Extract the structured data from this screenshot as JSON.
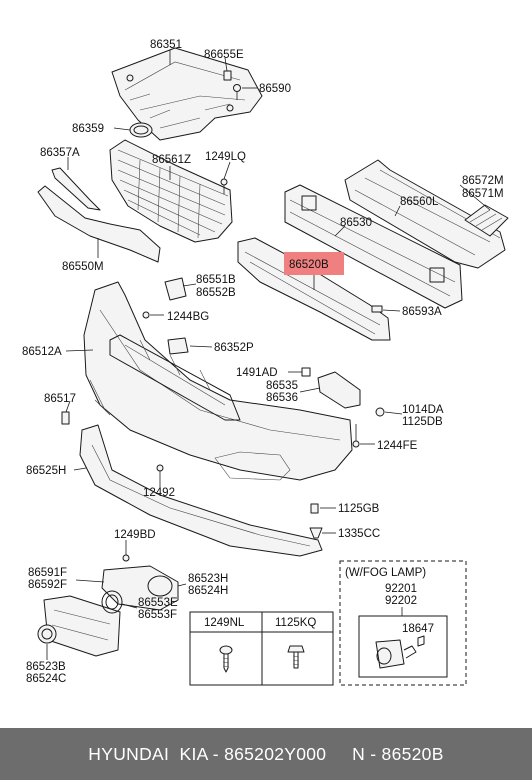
{
  "labels": {
    "p86351": "86351",
    "p86655E": "86655E",
    "p86590": "86590",
    "p86359": "86359",
    "p86357A": "86357A",
    "p86561Z": "86561Z",
    "p1249LQ": "1249LQ",
    "p86572M": "86572M",
    "p86571M": "86571M",
    "p86560L": "86560L",
    "p86530": "86530",
    "p86550M": "86550M",
    "p86520B": "86520B",
    "p86551B": "86551B",
    "p86552B": "86552B",
    "p86593A": "86593A",
    "p1244BG": "1244BG",
    "p86512A": "86512A",
    "p86352P": "86352P",
    "p1491AD": "1491AD",
    "p86535": "86535",
    "p86536": "86536",
    "p86517": "86517",
    "p1014DA": "1014DA",
    "p1125DB": "1125DB",
    "p1244FE": "1244FE",
    "p86525H": "86525H",
    "p12492": "12492",
    "p1125GB": "1125GB",
    "p1335CC": "1335CC",
    "p1249BD": "1249BD",
    "p86591F": "86591F",
    "p86592F": "86592F",
    "p86523H": "86523H",
    "p86524H": "86524H",
    "p86553E": "86553E",
    "p86553F": "86553F",
    "p86523B": "86523B",
    "p86524C": "86524C"
  },
  "fastener_table": {
    "headers": [
      "1249NL",
      "1125KQ"
    ]
  },
  "fog_lamp_box": {
    "title": "(W/FOG LAMP)",
    "part_a": "92201",
    "part_b": "92202",
    "part_c": "18647"
  },
  "footer": {
    "text": "HYUNDAI  KIA - 865202Y000     N - 86520B"
  },
  "colors": {
    "highlight": "#f08080",
    "footer_bg": "#6d6d6d",
    "footer_text": "#ffffff"
  }
}
